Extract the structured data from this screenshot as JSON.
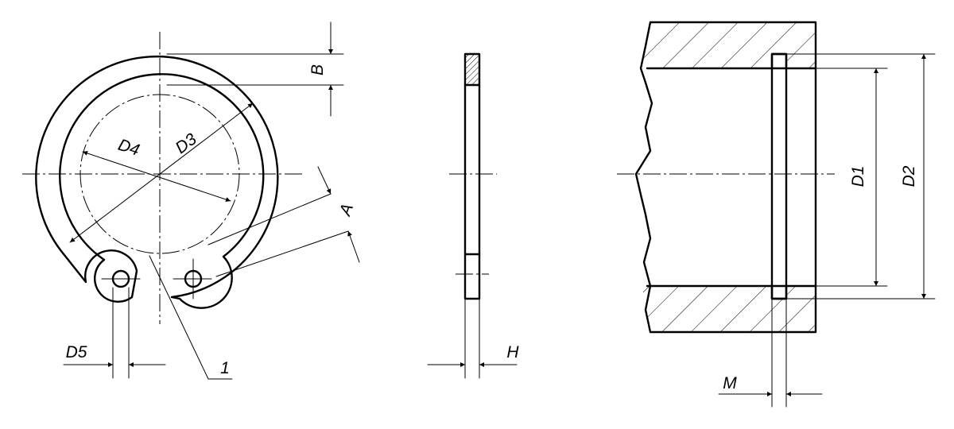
{
  "labels": {
    "B": "B",
    "D3": "D3",
    "D4": "D4",
    "A": "A",
    "D5": "D5",
    "part_1": "1",
    "H": "H",
    "D1": "D1",
    "D2": "D2",
    "M": "M"
  }
}
